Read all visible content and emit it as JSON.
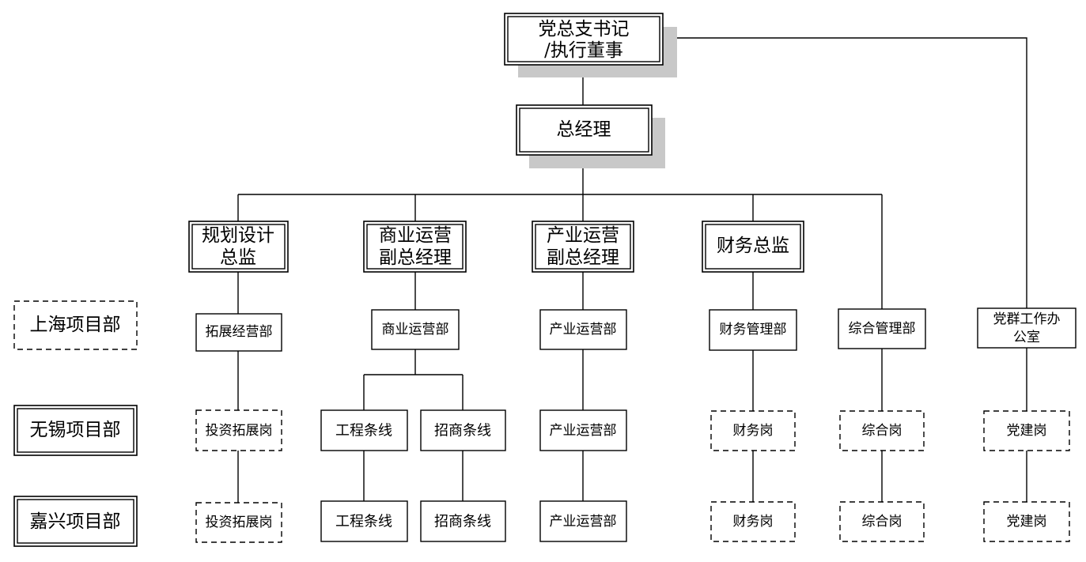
{
  "nodes": {
    "party_secretary": [
      "党总支书记",
      "/执行董事"
    ],
    "general_manager": [
      "总经理"
    ],
    "planning_director": [
      "规划设计",
      "总监"
    ],
    "commercial_vp": [
      "商业运营",
      "副总经理"
    ],
    "industry_vp": [
      "产业运营",
      "副总经理"
    ],
    "finance_director": [
      "财务总监"
    ],
    "expansion_dept": [
      "拓展经营部"
    ],
    "commercial_dept": [
      "商业运营部"
    ],
    "industry_dept_1": [
      "产业运营部"
    ],
    "finance_dept": [
      "财务管理部"
    ],
    "admin_dept": [
      "综合管理部"
    ],
    "party_office": [
      "党群工作办",
      "公室"
    ],
    "investment_post_1": [
      "投资拓展岗"
    ],
    "engineering_line_1": [
      "工程条线"
    ],
    "investment_line_1": [
      "招商条线"
    ],
    "industry_dept_2": [
      "产业运营部"
    ],
    "finance_post_1": [
      "财务岗"
    ],
    "admin_post_1": [
      "综合岗"
    ],
    "party_post_1": [
      "党建岗"
    ],
    "investment_post_2": [
      "投资拓展岗"
    ],
    "engineering_line_2": [
      "工程条线"
    ],
    "investment_line_2": [
      "招商条线"
    ],
    "industry_dept_3": [
      "产业运营部"
    ],
    "finance_post_2": [
      "财务岗"
    ],
    "admin_post_2": [
      "综合岗"
    ],
    "party_post_2": [
      "党建岗"
    ]
  },
  "projects": {
    "shanghai": "上海项目部",
    "wuxi": "无锡项目部",
    "jiaxing": "嘉兴项目部"
  }
}
